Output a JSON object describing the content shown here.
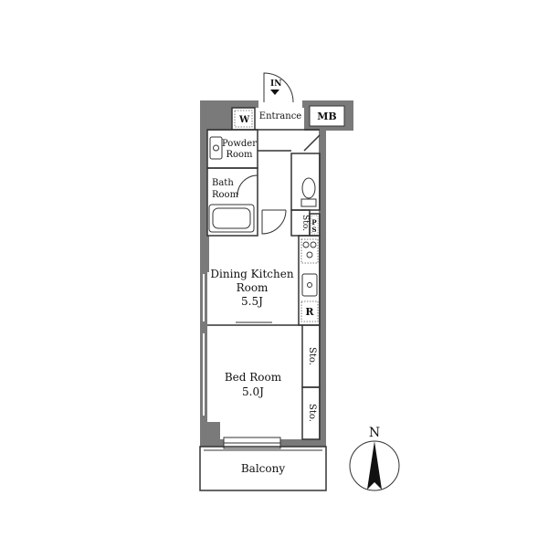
{
  "labels": {
    "in": "IN",
    "w": "W",
    "entrance": "Entrance",
    "mb": "MB",
    "powder_room_1": "Powder",
    "powder_room_2": "Room",
    "bath_room_1": "Bath",
    "bath_room_2": "Room",
    "sto_small": "Sto.",
    "ps": [
      "P",
      "S"
    ],
    "dining_kitchen_1": "Dining Kitchen",
    "dining_kitchen_2": "Room",
    "dining_kitchen_size": "5.5J",
    "fridge": "R",
    "sto_upper": "Sto.",
    "sto_lower": "Sto.",
    "bedroom_1": "Bed Room",
    "bedroom_size": "5.0J",
    "balcony": "Balcony",
    "compass_north": "N"
  },
  "colors": {
    "wall": "#7a7a7a",
    "wall_dark": "#555555",
    "line": "#333333",
    "background": "#ffffff"
  }
}
